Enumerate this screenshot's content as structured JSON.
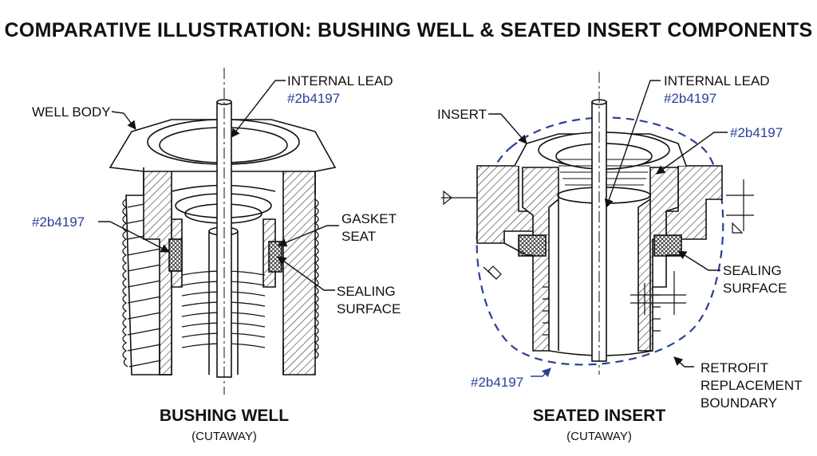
{
  "title": "COMPARATIVE ILLUSTRATION: BUSHING WELL & SEATED INSERT COMPONENTS",
  "accent_color": "#2b4197",
  "left": {
    "caption": "BUSHING WELL",
    "subcaption": "(CUTAWAY)",
    "labels": {
      "well_body": "WELL BODY",
      "internal_lead": "INTERNAL LEAD",
      "internal_lead_code": "#2b4197",
      "color_code": "#2b4197",
      "gasket_seat_1": "GASKET",
      "gasket_seat_2": "SEAT",
      "sealing_surface_1": "SEALING",
      "sealing_surface_2": "SURFACE"
    }
  },
  "right": {
    "caption": "SEATED INSERT",
    "subcaption": "(CUTAWAY)",
    "labels": {
      "insert": "INSERT",
      "internal_lead": "INTERNAL LEAD",
      "internal_lead_code": "#2b4197",
      "top_code": "#2b4197",
      "sealing_surface_1": "SEALING",
      "sealing_surface_2": "SURFACE",
      "bottom_code": "#2b4197",
      "retrofit_1": "RETROFIT",
      "retrofit_2": "REPLACEMENT",
      "retrofit_3": "BOUNDARY"
    }
  }
}
